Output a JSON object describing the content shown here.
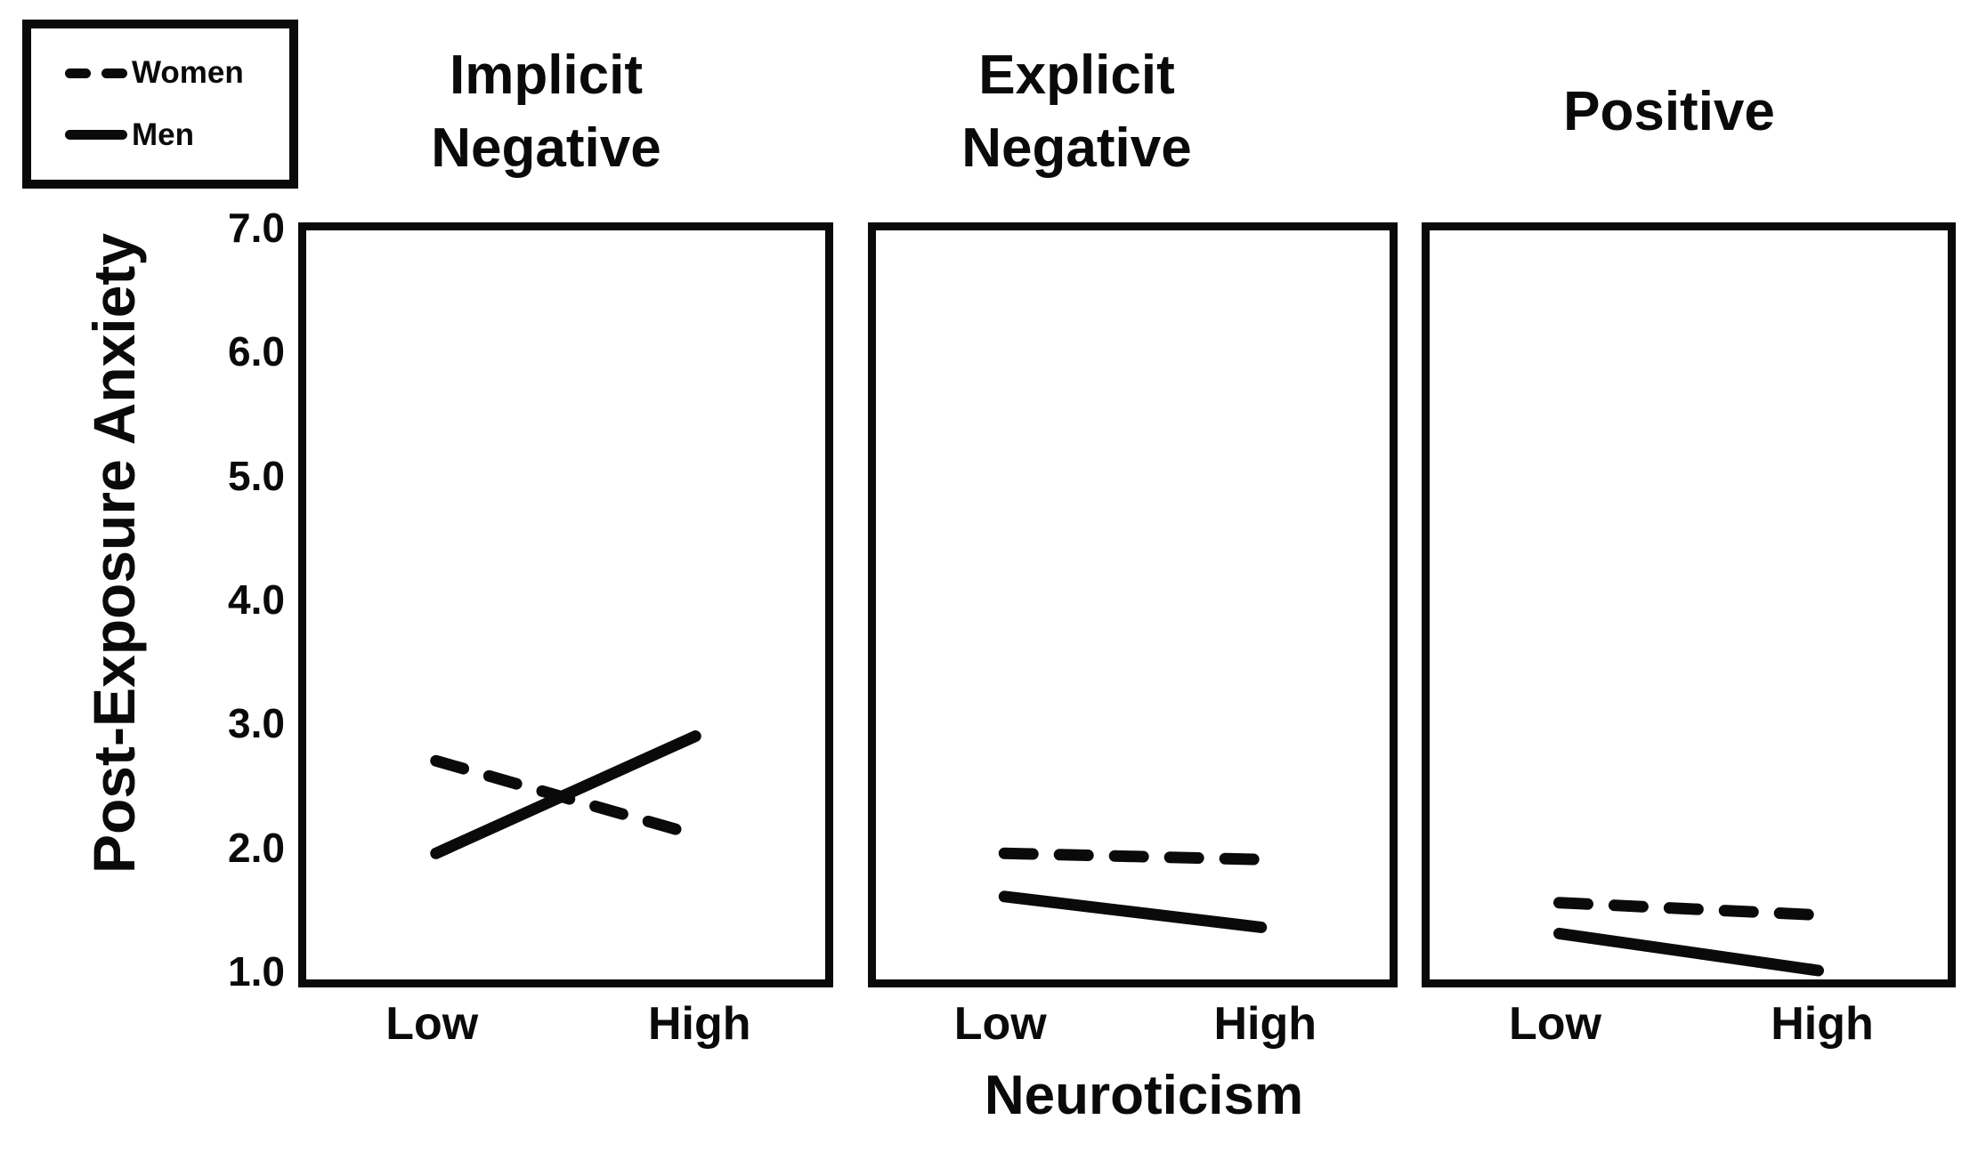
{
  "colors": {
    "ink": "#0a0a0a",
    "background": "#ffffff"
  },
  "legend": {
    "items": [
      {
        "label": "Women",
        "style": "dashed"
      },
      {
        "label": "Men",
        "style": "solid"
      }
    ]
  },
  "y_axis": {
    "label": "Post-Exposure Anxiety",
    "ticks": [
      "7.0",
      "6.0",
      "5.0",
      "4.0",
      "3.0",
      "2.0",
      "1.0"
    ]
  },
  "x_axis": {
    "label": "Neuroticism",
    "categories": [
      "Low",
      "High"
    ]
  },
  "chart_data": {
    "type": "line",
    "categories": [
      "Low",
      "High"
    ],
    "xlabel": "Neuroticism",
    "ylabel": "Post-Exposure Anxiety",
    "ylim": [
      1.0,
      7.0
    ],
    "yticks": [
      7.0,
      6.0,
      5.0,
      4.0,
      3.0,
      2.0,
      1.0
    ],
    "grid": false,
    "legend_position": "top-left outside",
    "legend": [
      {
        "name": "Women",
        "style": "dashed"
      },
      {
        "name": "Men",
        "style": "solid"
      }
    ],
    "panels": [
      {
        "title": "Implicit Negative",
        "title_lines": [
          "Implicit",
          "Negative"
        ],
        "series": [
          {
            "name": "Women",
            "style": "dashed",
            "values": [
              2.7,
              2.1
            ]
          },
          {
            "name": "Men",
            "style": "solid",
            "values": [
              1.95,
              2.9
            ]
          }
        ]
      },
      {
        "title": "Explicit Negative",
        "title_lines": [
          "Explicit",
          "Negative"
        ],
        "series": [
          {
            "name": "Women",
            "style": "dashed",
            "values": [
              1.95,
              1.9
            ]
          },
          {
            "name": "Men",
            "style": "solid",
            "values": [
              1.6,
              1.35
            ]
          }
        ]
      },
      {
        "title": "Positive",
        "title_lines": [
          "Positive"
        ],
        "series": [
          {
            "name": "Women",
            "style": "dashed",
            "values": [
              1.55,
              1.45
            ]
          },
          {
            "name": "Men",
            "style": "solid",
            "values": [
              1.3,
              1.0
            ]
          }
        ]
      }
    ]
  }
}
